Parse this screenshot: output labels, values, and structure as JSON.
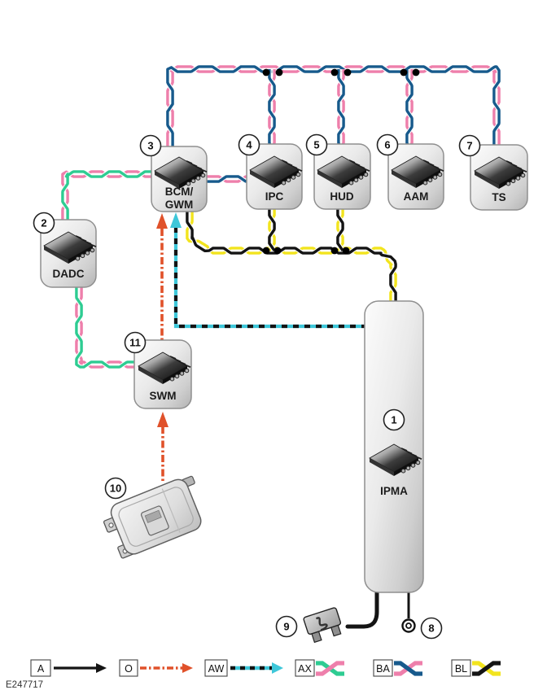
{
  "watermark": "E247717",
  "colors": {
    "pink": "#ee7fab",
    "blue": "#175a8c",
    "green": "#2ecc92",
    "yellow": "#f2e41e",
    "black": "#141414",
    "orange": "#e0512a",
    "cyan": "#3ec7d9",
    "module_border": "#8f8f8f"
  },
  "modules": {
    "ipma": {
      "label": "IPMA",
      "callout": "1"
    },
    "dadc": {
      "label": "DADC",
      "callout": "2"
    },
    "bcm": {
      "label1": "BCM/",
      "label2": "GWM",
      "callout": "3"
    },
    "ipc": {
      "label": "IPC",
      "callout": "4"
    },
    "hud": {
      "label": "HUD",
      "callout": "5"
    },
    "aam": {
      "label": "AAM",
      "callout": "6"
    },
    "ts": {
      "label": "TS",
      "callout": "7"
    },
    "swm": {
      "label": "SWM",
      "callout": "11"
    }
  },
  "components": {
    "ground": {
      "callout": "8",
      "name": "ground-point"
    },
    "fuse": {
      "callout": "9",
      "name": "fuse"
    },
    "camera": {
      "callout": "10",
      "name": "camera-module"
    }
  },
  "legend": {
    "a": {
      "code": "A",
      "style": "solid-arrow",
      "colors": [
        "black"
      ]
    },
    "o": {
      "code": "O",
      "style": "dash-dot-arrow",
      "colors": [
        "orange"
      ]
    },
    "aw": {
      "code": "AW",
      "style": "dashed-arrow",
      "colors": [
        "cyan",
        "black"
      ]
    },
    "ax": {
      "code": "AX",
      "style": "twisted-pair",
      "colors": [
        "green",
        "pink"
      ]
    },
    "ba": {
      "code": "BA",
      "style": "twisted-pair",
      "colors": [
        "blue",
        "pink"
      ]
    },
    "bl": {
      "code": "BL",
      "style": "twisted-pair",
      "colors": [
        "yellow",
        "black"
      ]
    }
  }
}
